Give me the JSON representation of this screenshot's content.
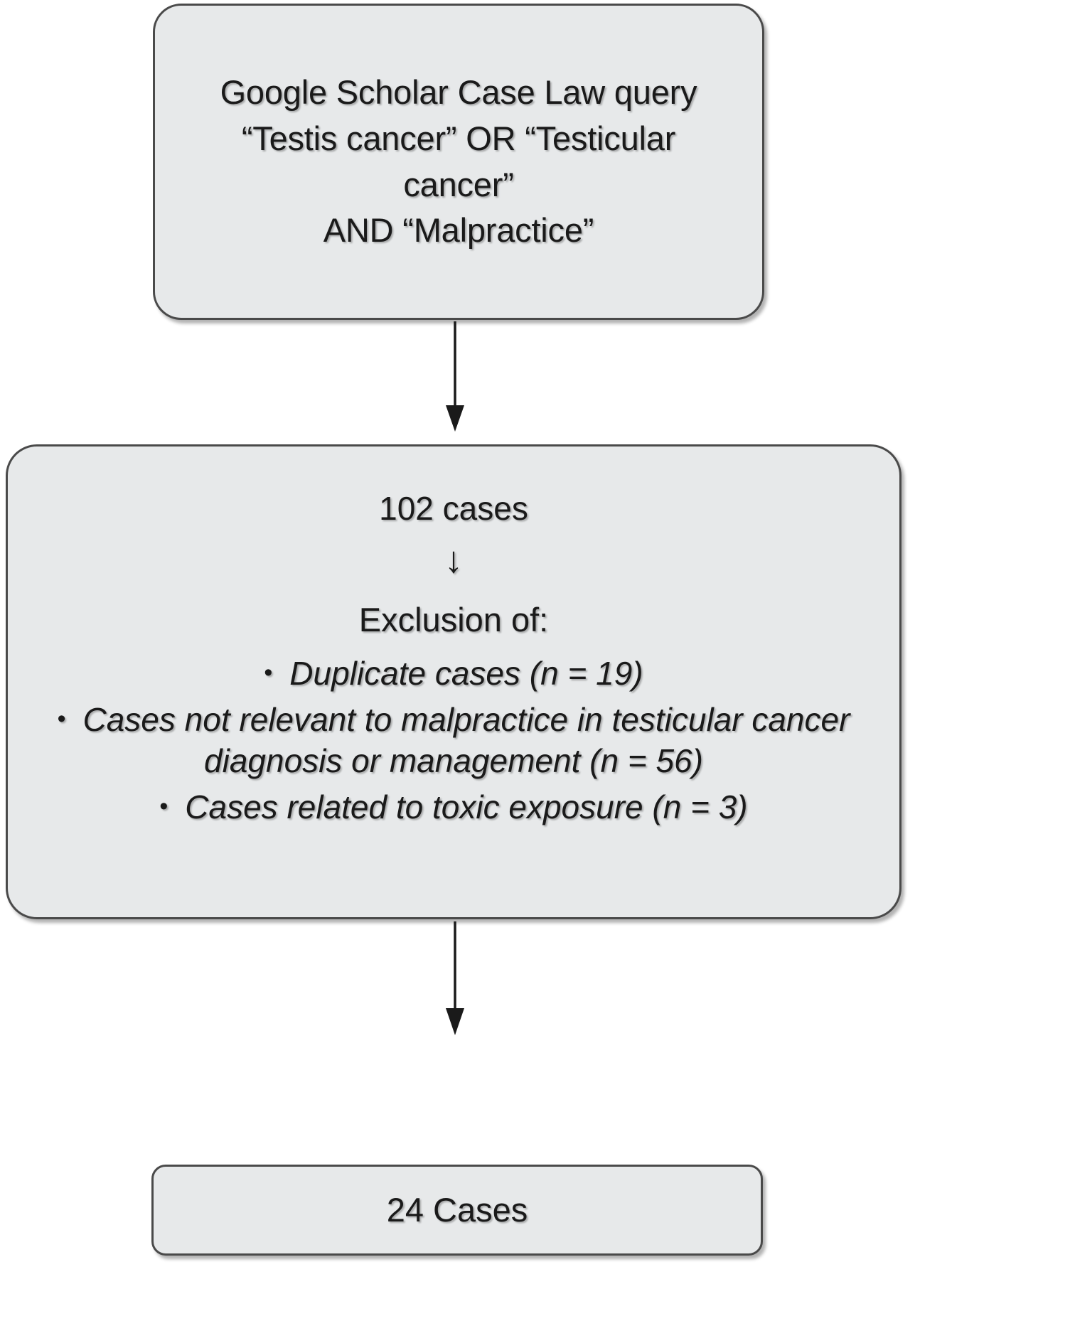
{
  "diagram": {
    "type": "flowchart",
    "orientation": "vertical",
    "accent_fill": "#e7e9ea",
    "accent_border": "#4a4a4a",
    "text_color": "#1a1a1a",
    "nodes": [
      {
        "id": "query",
        "name": "search-query-box",
        "lines": [
          "Google Scholar Case Law query",
          "“Testis cancer” OR “Testicular",
          "cancer”",
          "AND “Malpractice”"
        ]
      },
      {
        "id": "screening",
        "name": "screening-exclusion-box",
        "count_label": "102 cases",
        "down_glyph": "↓",
        "exclusion_heading": "Exclusion of:",
        "exclusions": [
          {
            "bullet": "•",
            "text": "Duplicate cases (n = 19)"
          },
          {
            "bullet": "•",
            "text": "Cases not relevant to malpractice in testicular cancer diagnosis or management (n = 56)"
          },
          {
            "bullet": "•",
            "text": "Cases related to toxic exposure (n = 3)"
          }
        ]
      },
      {
        "id": "final",
        "name": "included-cases-box",
        "lines": [
          "24 Cases"
        ]
      }
    ],
    "connectors": [
      {
        "id": "connector-1",
        "name": "arrow-query-to-screening",
        "glyph": "down-arrow"
      },
      {
        "id": "connector-2",
        "name": "arrow-screening-to-final",
        "glyph": "down-arrow"
      }
    ]
  }
}
